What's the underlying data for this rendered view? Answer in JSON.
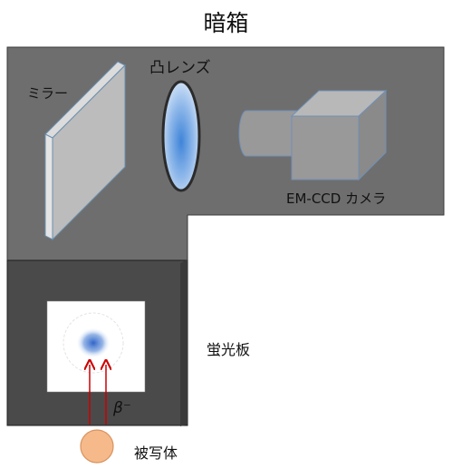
{
  "diagram": {
    "title": "暗箱",
    "mirror_label": "ミラー",
    "lens_label": "凸レンズ",
    "camera_label": "EM-CCD カメラ",
    "screen_label": "蛍光板",
    "particle_label": "β⁻",
    "subject_label": "被写体"
  },
  "colors": {
    "dark_box": "#6e6e6e",
    "screen_housing": "#4a4a4a",
    "mirror": "#bcbcbc",
    "lens": "#3f84d8",
    "camera": "#999999",
    "arrow": "#cc0000",
    "subject": "#f6b98a"
  }
}
